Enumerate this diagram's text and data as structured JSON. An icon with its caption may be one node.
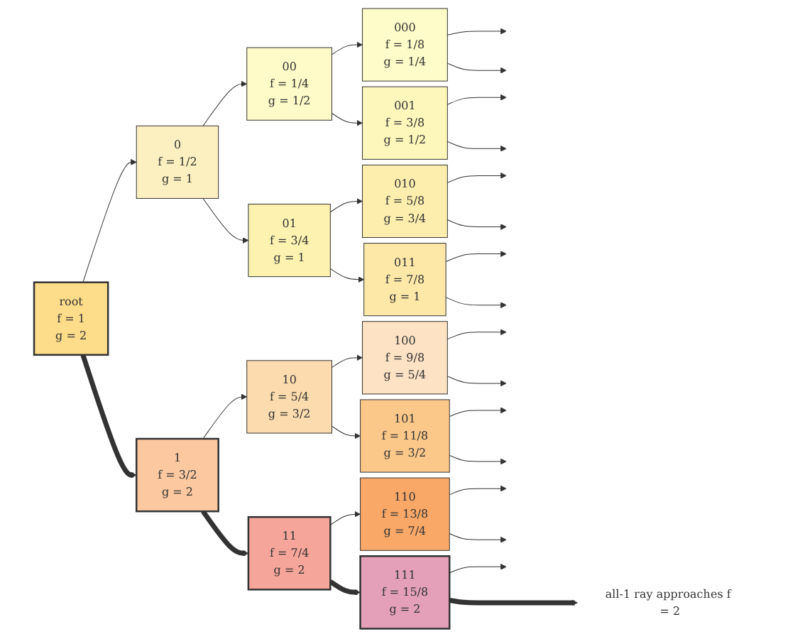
{
  "diagram": {
    "nodes": [
      {
        "text": [
          "root",
          "f = 1",
          "g = 2"
        ]
      },
      {
        "text": [
          "0",
          "f = 1/2",
          "g = 1"
        ]
      },
      {
        "text": [
          "00",
          "f = 1/4",
          "g = 1/2"
        ]
      },
      {
        "text": [
          "000",
          "f = 1/8",
          "g = 1/4"
        ]
      },
      {
        "text": [
          "001",
          "f = 3/8",
          "g = 1/2"
        ]
      },
      {
        "text": [
          "01",
          "f = 3/4",
          "g = 1"
        ]
      },
      {
        "text": [
          "010",
          "f = 5/8",
          "g = 3/4"
        ]
      },
      {
        "text": [
          "011",
          "f = 7/8",
          "g = 1"
        ]
      },
      {
        "text": [
          "1",
          "f = 3/2",
          "g = 2"
        ]
      },
      {
        "text": [
          "10",
          "f = 5/4",
          "g = 3/2"
        ]
      },
      {
        "text": [
          "100",
          "f = 9/8",
          "g = 5/4"
        ]
      },
      {
        "text": [
          "101",
          "f = 11/8",
          "g = 3/2"
        ]
      },
      {
        "text": [
          "11",
          "f = 7/4",
          "g = 2"
        ]
      },
      {
        "text": [
          "110",
          "f = 13/8",
          "g = 7/4"
        ]
      },
      {
        "text": [
          "111",
          "f = 15/8",
          "g = 2"
        ]
      },
      {
        "text": [
          "all-1 ray approaches f = 2"
        ]
      }
    ],
    "edges": [
      {
        "from": 0,
        "to": 1,
        "arrow": "to"
      },
      {
        "from": 0,
        "to": 8,
        "arrow": "to",
        "style": "thick"
      },
      {
        "from": 1,
        "to": 2,
        "arrow": "to"
      },
      {
        "from": 1,
        "to": 5,
        "arrow": "to"
      },
      {
        "from": 2,
        "to": 3,
        "arrow": "to"
      },
      {
        "from": 2,
        "to": 4,
        "arrow": "to"
      },
      {
        "from": 5,
        "to": 6,
        "arrow": "to"
      },
      {
        "from": 5,
        "to": 7,
        "arrow": "to"
      },
      {
        "from": 8,
        "to": 9,
        "arrow": "to"
      },
      {
        "from": 8,
        "to": 12,
        "arrow": "to",
        "style": "thick"
      },
      {
        "from": 9,
        "to": 10,
        "arrow": "to"
      },
      {
        "from": 9,
        "to": 11,
        "arrow": "to"
      },
      {
        "from": 12,
        "to": 13,
        "arrow": "to"
      },
      {
        "from": 12,
        "to": 14,
        "arrow": "to",
        "style": "thick"
      },
      {
        "from": 3,
        "to": null,
        "arrow": "to"
      },
      {
        "from": 3,
        "to": null,
        "arrow": "to"
      },
      {
        "from": 4,
        "to": null,
        "arrow": "to"
      },
      {
        "from": 4,
        "to": null,
        "arrow": "to"
      },
      {
        "from": 6,
        "to": null,
        "arrow": "to"
      },
      {
        "from": 6,
        "to": null,
        "arrow": "to"
      },
      {
        "from": 7,
        "to": null,
        "arrow": "to"
      },
      {
        "from": 7,
        "to": null,
        "arrow": "to"
      },
      {
        "from": 10,
        "to": null,
        "arrow": "to"
      },
      {
        "from": 10,
        "to": null,
        "arrow": "to"
      },
      {
        "from": 11,
        "to": null,
        "arrow": "to"
      },
      {
        "from": 11,
        "to": null,
        "arrow": "to"
      },
      {
        "from": 13,
        "to": null,
        "arrow": "to"
      },
      {
        "from": 13,
        "to": null,
        "arrow": "to"
      },
      {
        "from": 14,
        "to": null,
        "arrow": "to"
      },
      {
        "from": 14,
        "to": 15,
        "arrow": "to",
        "style": "thick"
      }
    ]
  }
}
